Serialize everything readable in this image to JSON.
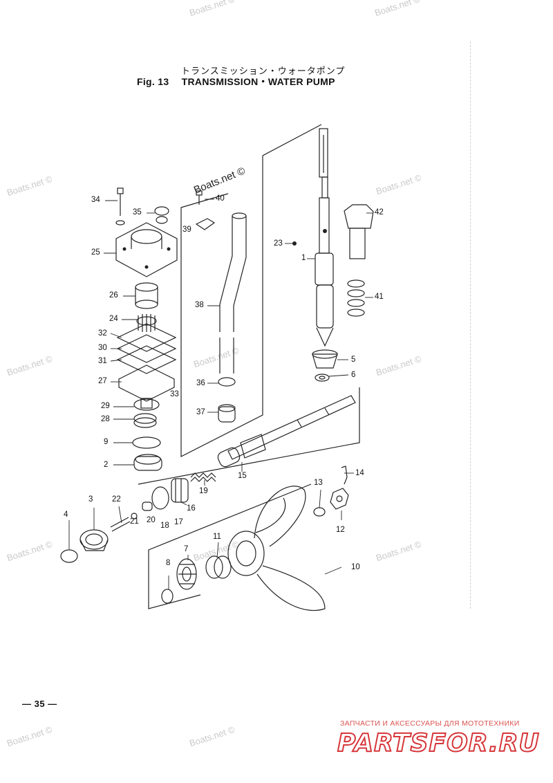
{
  "header": {
    "jp_title": "トランスミッション・ウォータポンプ",
    "fig_label": "Fig. 13",
    "fig_title": "TRANSMISSION・WATER PUMP"
  },
  "watermark": "Boats.net ©",
  "page_number": "— 35 —",
  "brand": {
    "tagline": "ЗАПЧАСТИ И АКСЕССУАРЫ ДЛЯ МОТОТЕХНИКИ",
    "logo": "PARTSFOR.RU"
  },
  "callouts": {
    "p1": "1",
    "p2": "2",
    "p3": "3",
    "p4": "4",
    "p5": "5",
    "p6": "6",
    "p7": "7",
    "p8": "8",
    "p9": "9",
    "p10": "10",
    "p11": "11",
    "p12": "12",
    "p13": "13",
    "p14": "14",
    "p15": "15",
    "p16": "16",
    "p17": "17",
    "p18": "18",
    "p19": "19",
    "p20": "20",
    "p21": "21",
    "p22": "22",
    "p23": "23",
    "p24": "24",
    "p25": "25",
    "p26": "26",
    "p27": "27",
    "p28": "28",
    "p29": "29",
    "p30": "30",
    "p31": "31",
    "p32": "32",
    "p33": "33",
    "p34": "34",
    "p35": "35",
    "p36": "36",
    "p37": "37",
    "p38": "38",
    "p39": "39",
    "p40": "40",
    "p41": "41",
    "p42": "42"
  },
  "colors": {
    "line": "#222222",
    "watermark": "#c9c9c9",
    "brand": "#d6363a"
  }
}
